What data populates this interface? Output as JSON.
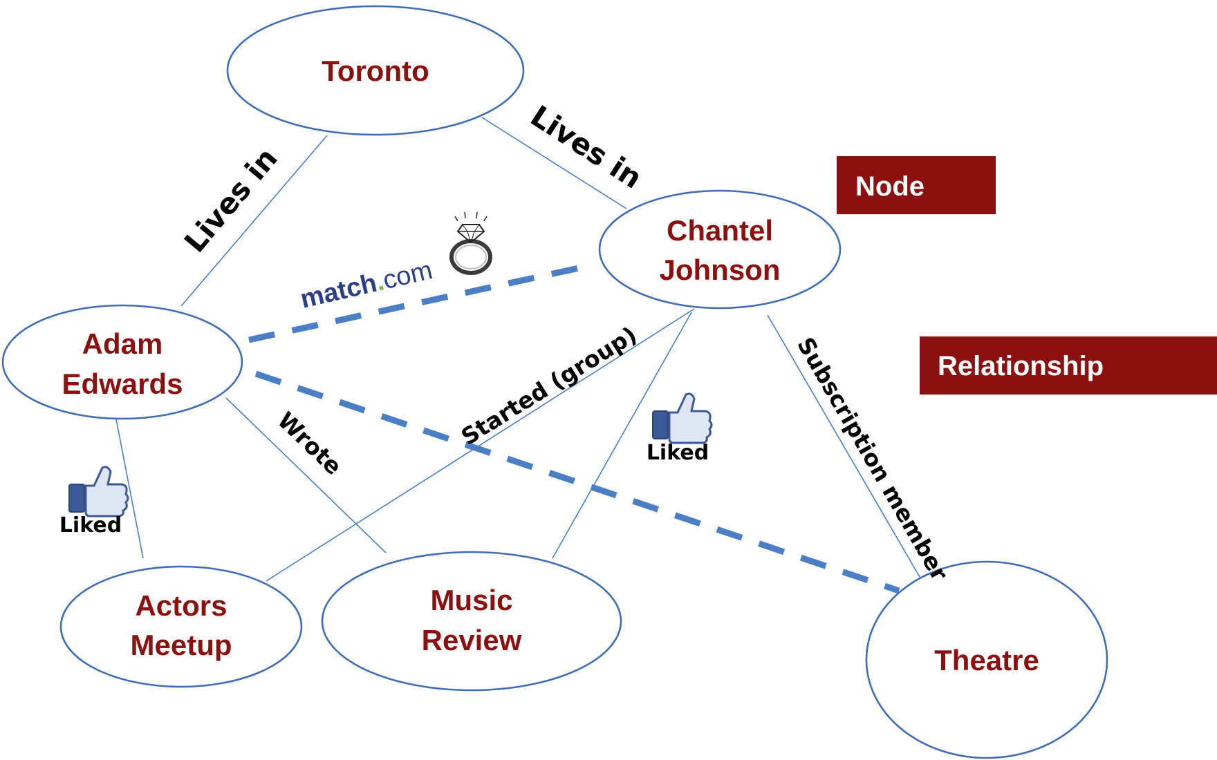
{
  "colors": {
    "node_text": "#8b1010",
    "edge": "#4a7ec5",
    "legend_bg": "#8b1010",
    "logo": "#2b3f86"
  },
  "nodes": {
    "toronto": "Toronto",
    "chantel_line1": "Chantel",
    "chantel_line2": "Johnson",
    "adam_line1": "Adam",
    "adam_line2": "Edwards",
    "actors_line1": "Actors",
    "actors_line2": "Meetup",
    "music_line1": "Music",
    "music_line2": "Review",
    "theatre": "Theatre"
  },
  "relationships": {
    "adam_lives_in": "Lives in",
    "chantel_lives_in": "Lives in",
    "started_group": "Started (group)",
    "wrote": "Wrote",
    "subscription_member": "Subscription member",
    "liked_left": "Liked",
    "liked_right": "Liked"
  },
  "logo": {
    "match_prefix": "match",
    "match_suffix": "com"
  },
  "legend": {
    "node": "Node",
    "relationship": "Relationship"
  },
  "icons": {
    "like": "thumbs-up-icon",
    "ring": "diamond-ring-icon"
  }
}
